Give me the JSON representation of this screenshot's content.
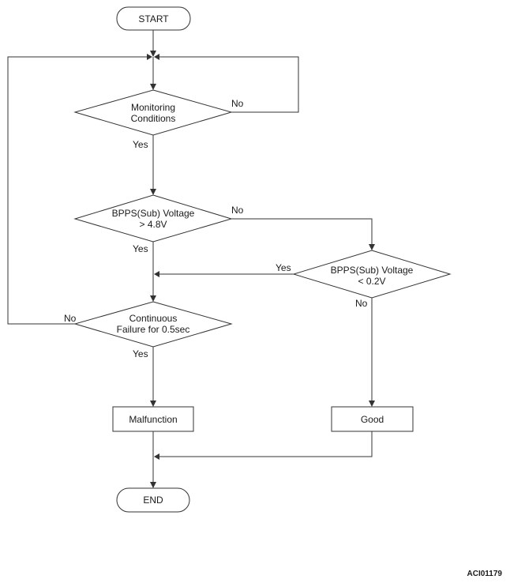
{
  "flowchart": {
    "start": "START",
    "end": "END",
    "decision_monitoring": [
      "Monitoring",
      "Conditions"
    ],
    "decision_bpps_high": [
      "BPPS(Sub) Voltage",
      "> 4.8V"
    ],
    "decision_bpps_low": [
      "BPPS(Sub) Voltage",
      "< 0.2V"
    ],
    "decision_continuous": [
      "Continuous",
      "Failure for 0.5sec"
    ],
    "process_malfunction": "Malfunction",
    "process_good": "Good",
    "yes": "Yes",
    "no": "No"
  },
  "figure_id": "ACI01179"
}
